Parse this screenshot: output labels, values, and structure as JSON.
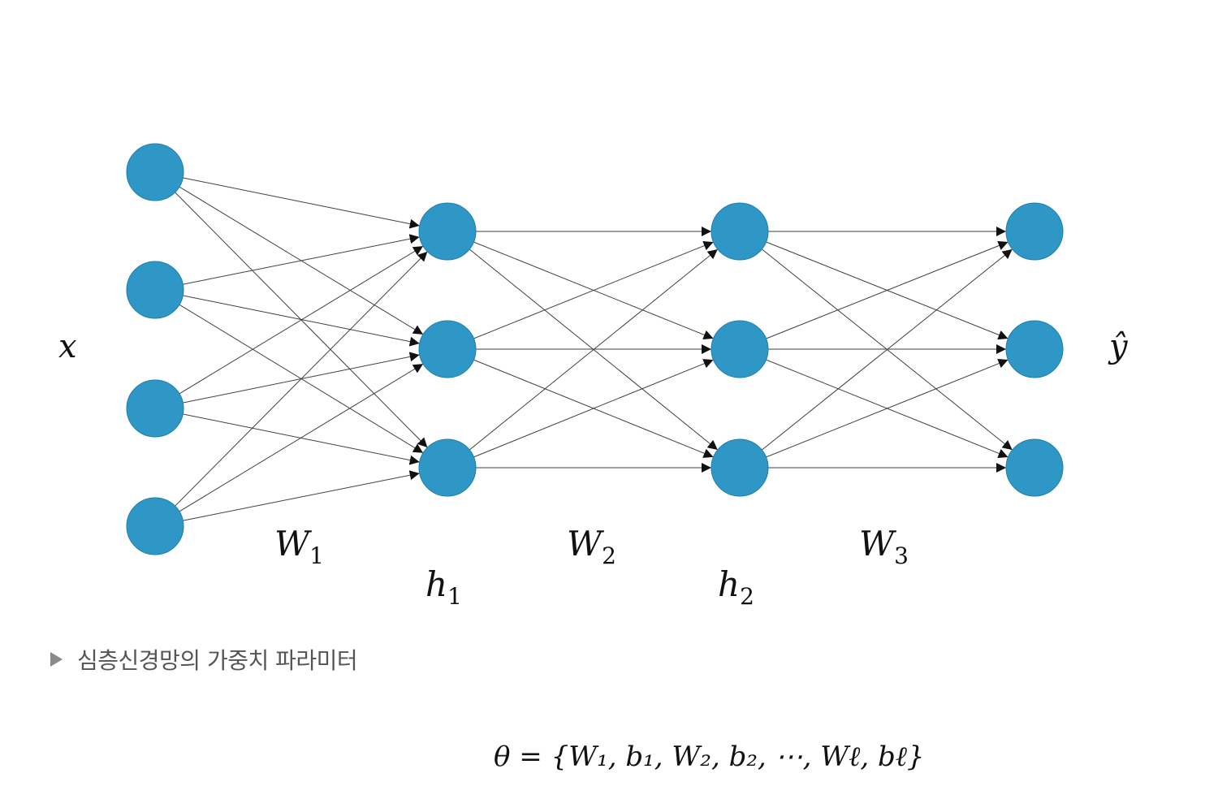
{
  "diagram": {
    "layers": [
      {
        "name": "input",
        "node_count": 4
      },
      {
        "name": "hidden-1",
        "node_count": 3
      },
      {
        "name": "hidden-2",
        "node_count": 3
      },
      {
        "name": "output",
        "node_count": 3
      }
    ],
    "connections": "fully-connected",
    "node_color": "#2f97c6",
    "edge_color": "#3f3f3f",
    "labels": {
      "input": "x",
      "output": "ŷ",
      "weights": [
        {
          "symbol": "W",
          "subscript": "1"
        },
        {
          "symbol": "W",
          "subscript": "2"
        },
        {
          "symbol": "W",
          "subscript": "3"
        }
      ],
      "hidden": [
        {
          "symbol": "h",
          "subscript": "1"
        },
        {
          "symbol": "h",
          "subscript": "2"
        }
      ]
    }
  },
  "caption": {
    "marker": "▶",
    "text": "심층신경망의 가중치 파라미터"
  },
  "formula": {
    "text": "θ = {W₁, b₁, W₂, b₂, ⋯, Wℓ, bℓ}"
  }
}
